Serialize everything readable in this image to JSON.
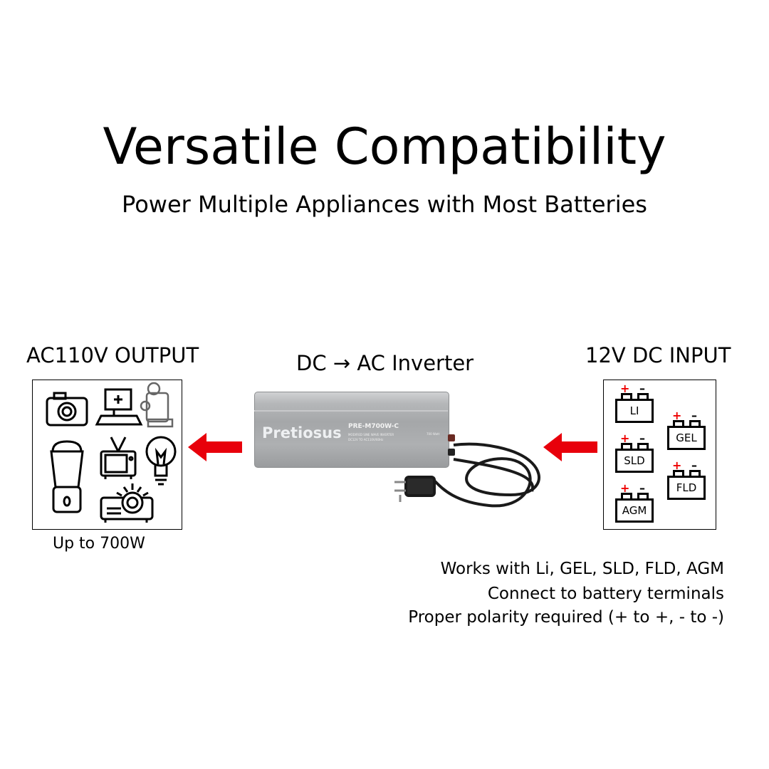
{
  "header": {
    "title": "Versatile Compatibility",
    "subtitle": "Power Multiple Appliances with Most Batteries"
  },
  "output": {
    "label": "AC110V OUTPUT",
    "caption": "Up to 700W",
    "appliances": [
      "camera",
      "computer",
      "meat-grinder",
      "blender",
      "tv",
      "light-bulb",
      "projector"
    ]
  },
  "inverter": {
    "label": "DC → AC Inverter",
    "brand": "Pretiosus",
    "model": "PRE-M700W-C",
    "spec_line1": "MODIFIED SINE WAVE INVERTER",
    "spec_line2": "DC12V TO AC110V/60Hz",
    "rating": "700 Watt"
  },
  "input": {
    "label": "12V DC INPUT",
    "batteries": [
      "LI",
      "GEL",
      "SLD",
      "FLD",
      "AGM"
    ],
    "plus": "+",
    "minus": "–"
  },
  "notes": [
    "Works with Li, GEL, SLD, FLD, AGM",
    "Connect to battery terminals",
    "Proper polarity required (+ to +, - to -)"
  ],
  "colors": {
    "arrow": "#e8000b",
    "plus": "#e00000",
    "inverter": "#a9abad"
  }
}
